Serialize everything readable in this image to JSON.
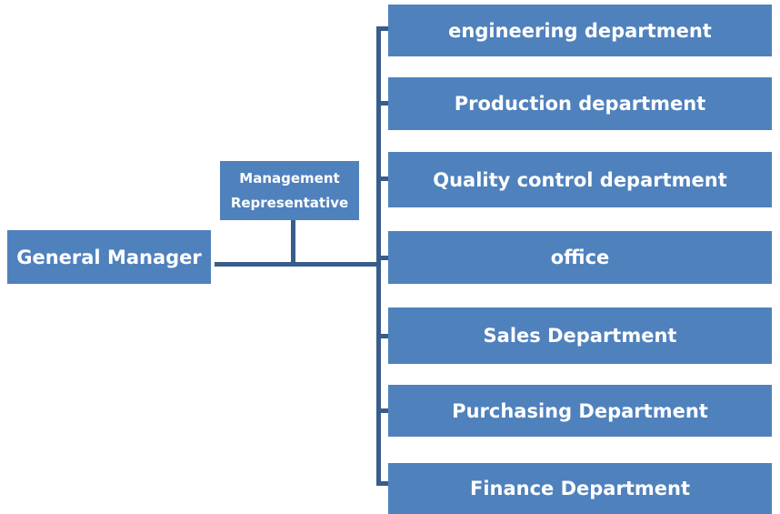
{
  "diagram": {
    "type": "org-chart",
    "colors": {
      "box_fill": "#4F81BD",
      "connector": "#385D8A",
      "text": "#FFFFFF",
      "background": "#FFFFFF"
    },
    "root": {
      "label": "General Manager"
    },
    "staff": {
      "label": "Management Representative"
    },
    "departments": [
      {
        "label": "engineering department"
      },
      {
        "label": "Production department"
      },
      {
        "label": "Quality control department"
      },
      {
        "label": "office"
      },
      {
        "label": "Sales Department"
      },
      {
        "label": "Purchasing Department"
      },
      {
        "label": "Finance Department"
      }
    ]
  }
}
